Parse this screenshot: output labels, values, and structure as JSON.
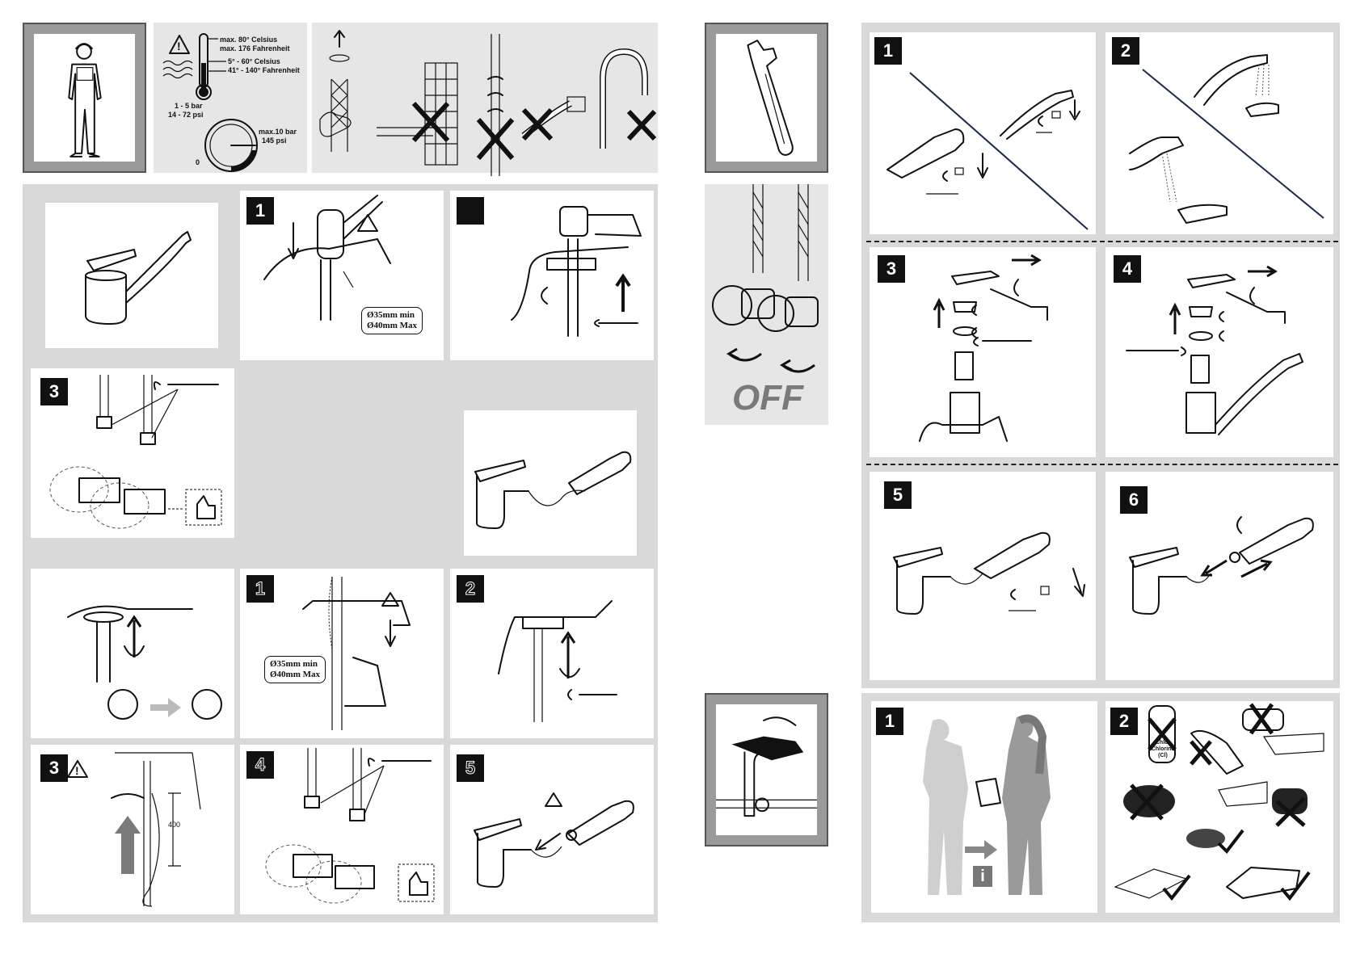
{
  "installation_specs": {
    "temp_max_celsius": "max. 80° Celsius",
    "temp_max_fahrenheit": "max. 176 Fahrenheit",
    "temp_range_celsius": "5° - 60° Celsius",
    "temp_range_fahrenheit": "41° - 140° Fahrenheit",
    "pressure_range_bar": "1 - 5 bar",
    "pressure_range_psi": "14 - 72 psi",
    "pressure_max_bar": "max.10 bar",
    "pressure_max_psi": "145 psi",
    "gauge_zero": "0"
  },
  "mounting_hole": {
    "min": "Ø35mm  min",
    "max": "Ø40mm  Max"
  },
  "hose_length": "400",
  "off_label": "OFF",
  "info_label": "i",
  "chlorine_label": [
    "Chlor",
    "Chlorine",
    "(Cl)"
  ],
  "step_numbers": {
    "top_install": [
      "1",
      "",
      "3"
    ],
    "bottom_install": [
      "1",
      "2",
      "3",
      "4",
      "5"
    ],
    "aerator_maintenance": [
      "1",
      "2",
      "3",
      "4",
      "5",
      "6"
    ],
    "care": [
      "1",
      "2"
    ]
  }
}
